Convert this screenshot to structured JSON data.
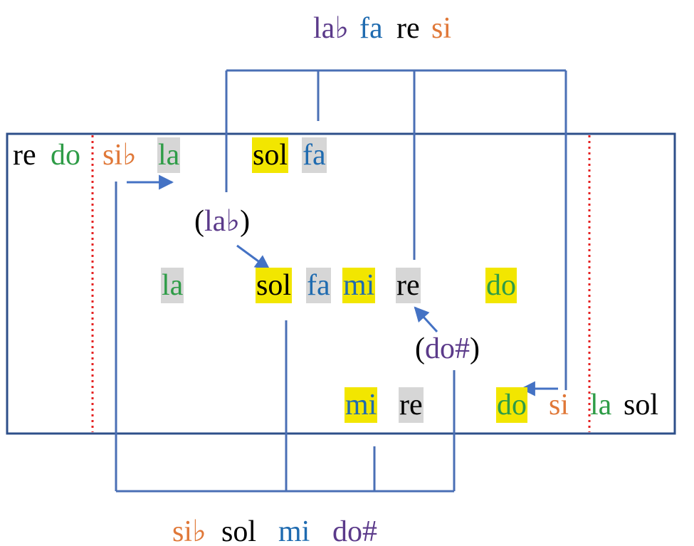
{
  "colors": {
    "black": "#000000",
    "green": "#2e9c47",
    "orange": "#e07838",
    "blue": "#1f6bb0",
    "purple": "#5b3a8a",
    "box_line": "#2e4f8a",
    "bracket_line": "#4a6fb5",
    "arrow": "#4472c4",
    "divider": "#e52222",
    "yellow_highlight": "#f2e600",
    "gray_highlight": "#d6d6d6"
  },
  "top_label": [
    {
      "text": "la♭",
      "color": "purple"
    },
    {
      "text": "fa",
      "color": "blue"
    },
    {
      "text": "re",
      "color": "black"
    },
    {
      "text": "si",
      "color": "orange"
    }
  ],
  "bottom_label": [
    {
      "text": "si♭",
      "color": "orange"
    },
    {
      "text": "sol",
      "color": "black"
    },
    {
      "text": "mi",
      "color": "blue"
    },
    {
      "text": "do#",
      "color": "purple"
    }
  ],
  "row1": [
    {
      "text": "re",
      "color": "black",
      "highlight": "none"
    },
    {
      "text": "do",
      "color": "green",
      "highlight": "none"
    },
    {
      "text": "si♭",
      "color": "orange",
      "highlight": "none"
    },
    {
      "text": "la",
      "color": "green",
      "highlight": "gray"
    },
    {
      "text": "sol",
      "color": "black",
      "highlight": "yellow"
    },
    {
      "text": "fa",
      "color": "blue",
      "highlight": "gray"
    }
  ],
  "row2": [
    {
      "text": "la",
      "color": "green",
      "highlight": "gray"
    },
    {
      "text": "sol",
      "color": "black",
      "highlight": "yellow"
    },
    {
      "text": "fa",
      "color": "blue",
      "highlight": "gray"
    },
    {
      "text": "mi",
      "color": "blue",
      "highlight": "yellow"
    },
    {
      "text": "re",
      "color": "black",
      "highlight": "gray"
    },
    {
      "text": "do",
      "color": "green",
      "highlight": "yellow"
    }
  ],
  "row3": [
    {
      "text": "mi",
      "color": "blue",
      "highlight": "yellow"
    },
    {
      "text": "re",
      "color": "black",
      "highlight": "gray"
    },
    {
      "text": "do",
      "color": "green",
      "highlight": "yellow"
    },
    {
      "text": "si",
      "color": "orange",
      "highlight": "none"
    },
    {
      "text": "la",
      "color": "green",
      "highlight": "none"
    },
    {
      "text": "sol",
      "color": "black",
      "highlight": "none"
    }
  ],
  "alterations": {
    "flat": {
      "open": "(",
      "text": "la♭",
      "close": ")",
      "color": "purple"
    },
    "sharp": {
      "open": "(",
      "text": "do#",
      "close": ")",
      "color": "purple"
    }
  }
}
